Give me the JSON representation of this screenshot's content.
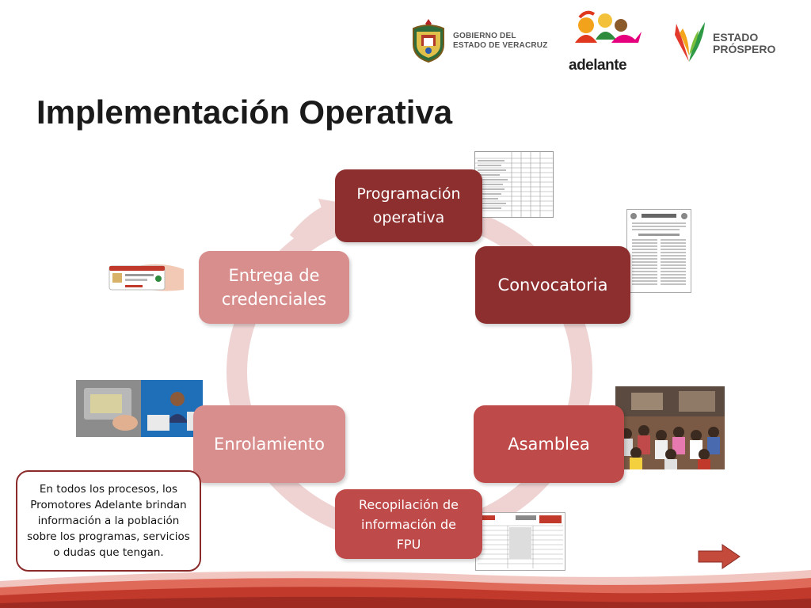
{
  "header": {
    "gov_line1": "GOBIERNO DEL",
    "gov_line2": "ESTADO DE VERACRUZ",
    "adelante": "adelante",
    "ep_line1": "ESTADO",
    "ep_line2": "PRÓSPERO"
  },
  "title": "Implementación Operativa",
  "cycle": {
    "steps": [
      {
        "line1": "Programación",
        "line2": "operativa"
      },
      {
        "line1": "Convocatoria"
      },
      {
        "line1": "Asamblea"
      },
      {
        "line1": "Recopilación de",
        "line2": "información de",
        "line3": "FPU"
      },
      {
        "line1": "Enrolamiento"
      },
      {
        "line1": "Entrega de",
        "line2": "credenciales"
      }
    ]
  },
  "callout": {
    "text": "En todos los procesos, los Promotores Adelante brindan información a la población sobre los programas, servicios o dudas que tengan."
  },
  "colors": {
    "dark": "#8e2f2f",
    "mid": "#bf4a4a",
    "light": "#d98e8e",
    "ring": "#efd3d3",
    "accent": "#c44a3c"
  },
  "icons": {
    "next": "arrow-right-icon"
  }
}
